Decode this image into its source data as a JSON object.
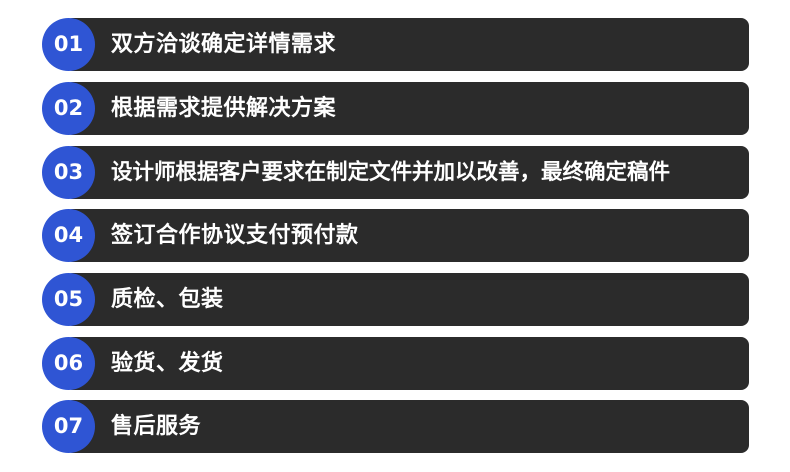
{
  "colors": {
    "accent": "#2f55d4",
    "bar": "#2b2b2b",
    "text": "#ffffff",
    "background": "#ffffff"
  },
  "steps": [
    {
      "number": "01",
      "text": "双方洽谈确定详情需求"
    },
    {
      "number": "02",
      "text": "根据需求提供解决方案"
    },
    {
      "number": "03",
      "text": "设计师根据客户要求在制定文件并加以改善，最终确定稿件"
    },
    {
      "number": "04",
      "text": "签订合作协议支付预付款"
    },
    {
      "number": "05",
      "text": "质检、包装"
    },
    {
      "number": "06",
      "text": "验货、发货"
    },
    {
      "number": "07",
      "text": "售后服务"
    }
  ]
}
